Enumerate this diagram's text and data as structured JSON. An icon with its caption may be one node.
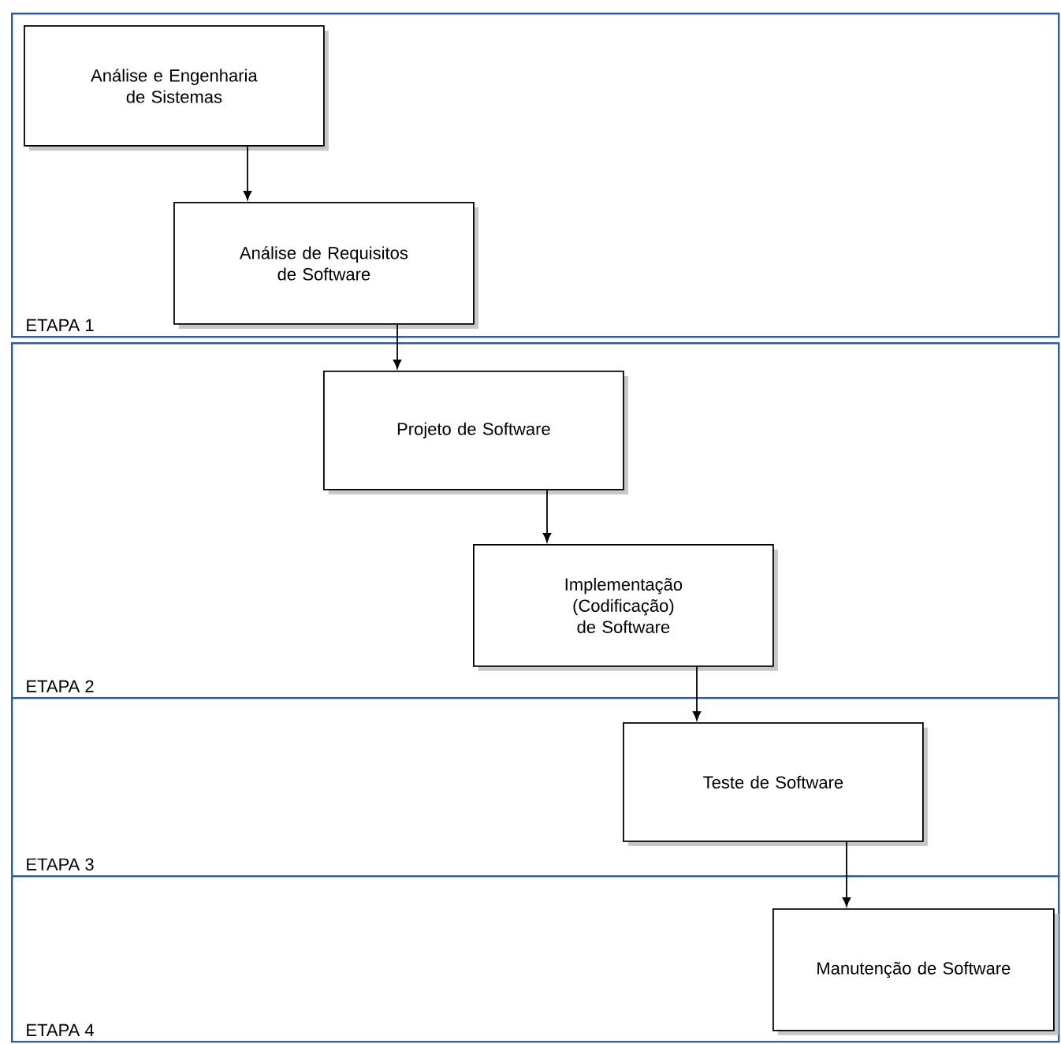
{
  "diagram": {
    "nodes": [
      {
        "text": [
          "ETAPA 1"
        ]
      },
      {
        "text": [
          "Análise e Engenharia de Sistemas"
        ],
        "in": 0
      },
      {
        "text": [
          "Análise de Requisitos de Software"
        ],
        "in": 0
      },
      {
        "text": [
          "ETAPA 2"
        ]
      },
      {
        "text": [
          "Projeto de Software"
        ],
        "in": 3
      },
      {
        "text": [
          "Implementação (Codificação) de Software"
        ],
        "in": 3
      },
      {
        "text": [
          "ETAPA 3"
        ]
      },
      {
        "text": [
          "Teste de Software"
        ],
        "in": 6
      },
      {
        "text": [
          "ETAPA 4"
        ]
      },
      {
        "text": [
          "Manutenção de Software"
        ],
        "in": 8
      }
    ],
    "edges": [
      {
        "from": 1,
        "to": 2,
        "arrow": "to"
      },
      {
        "from": 2,
        "to": 4,
        "arrow": "to"
      },
      {
        "from": 4,
        "to": 5,
        "arrow": "to"
      },
      {
        "from": 5,
        "to": 7,
        "arrow": "to"
      },
      {
        "from": 7,
        "to": 9,
        "arrow": "to"
      }
    ]
  }
}
